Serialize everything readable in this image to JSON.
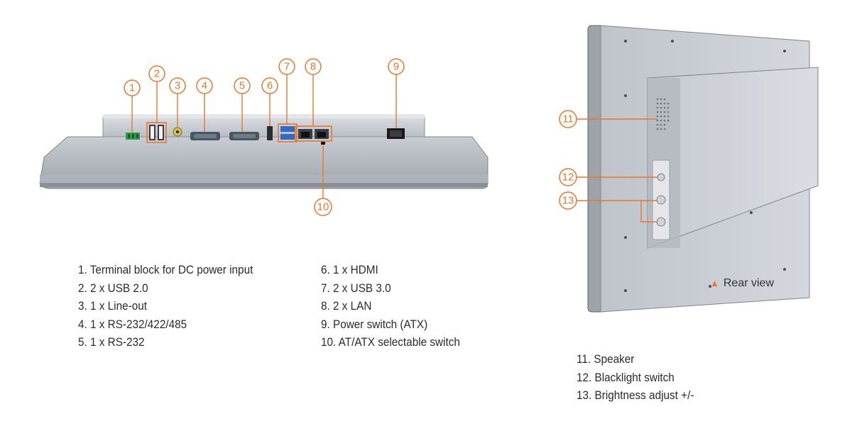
{
  "colors": {
    "accent": "#e8772e",
    "panel": "#c8ccd2",
    "panel_dark": "#8e939a",
    "text": "#2a2a2a"
  },
  "callouts": [
    "1",
    "2",
    "3",
    "4",
    "5",
    "6",
    "7",
    "8",
    "9",
    "10",
    "11",
    "12",
    "13"
  ],
  "legend_left": [
    "1. Terminal block for DC power input",
    "2. 2 x USB 2.0",
    "3. 1 x Line-out",
    "4. 1 x RS-232/422/485",
    "5. 1 x RS-232"
  ],
  "legend_mid": [
    "6. 1 x HDMI",
    "7. 2 x USB 3.0",
    "8. 2 x LAN",
    "9. Power switch (ATX)",
    "10. AT/ATX selectable switch"
  ],
  "legend_right": [
    "11. Speaker",
    "12. Blacklight switch",
    "13. Brightness adjust +/-"
  ],
  "rear_caption": "Rear view"
}
